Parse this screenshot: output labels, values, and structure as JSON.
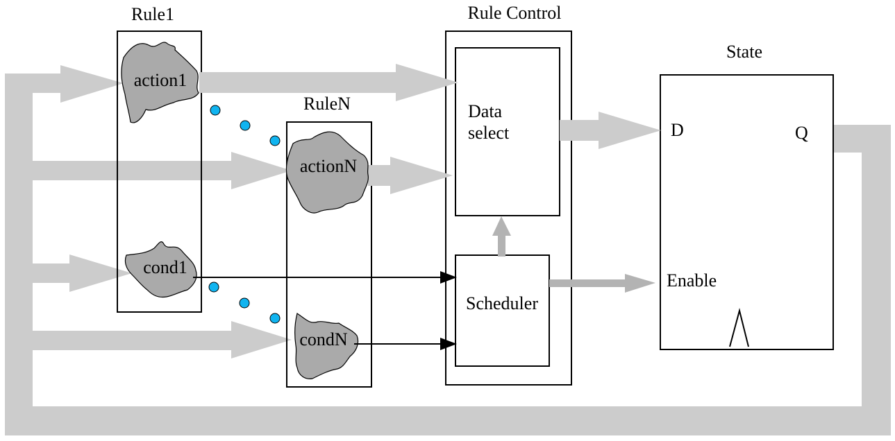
{
  "colors": {
    "flow_arrow": "#cccccc",
    "small_arrow": "#b3b3b3",
    "blob_fill": "#aaaaaa",
    "dot": "#10b4f0",
    "stroke": "#000000",
    "background": "#ffffff"
  },
  "blocks": {
    "rule1": {
      "title": "Rule1",
      "action": "action1",
      "cond": "cond1"
    },
    "ruleN": {
      "title": "RuleN",
      "action": "actionN",
      "cond": "condN"
    },
    "rule_control": {
      "title": "Rule Control",
      "data_select_line1": "Data",
      "data_select_line2": "select",
      "scheduler": "Scheduler"
    },
    "state": {
      "title": "State",
      "d_port": "D",
      "q_port": "Q",
      "enable_port": "Enable"
    }
  }
}
